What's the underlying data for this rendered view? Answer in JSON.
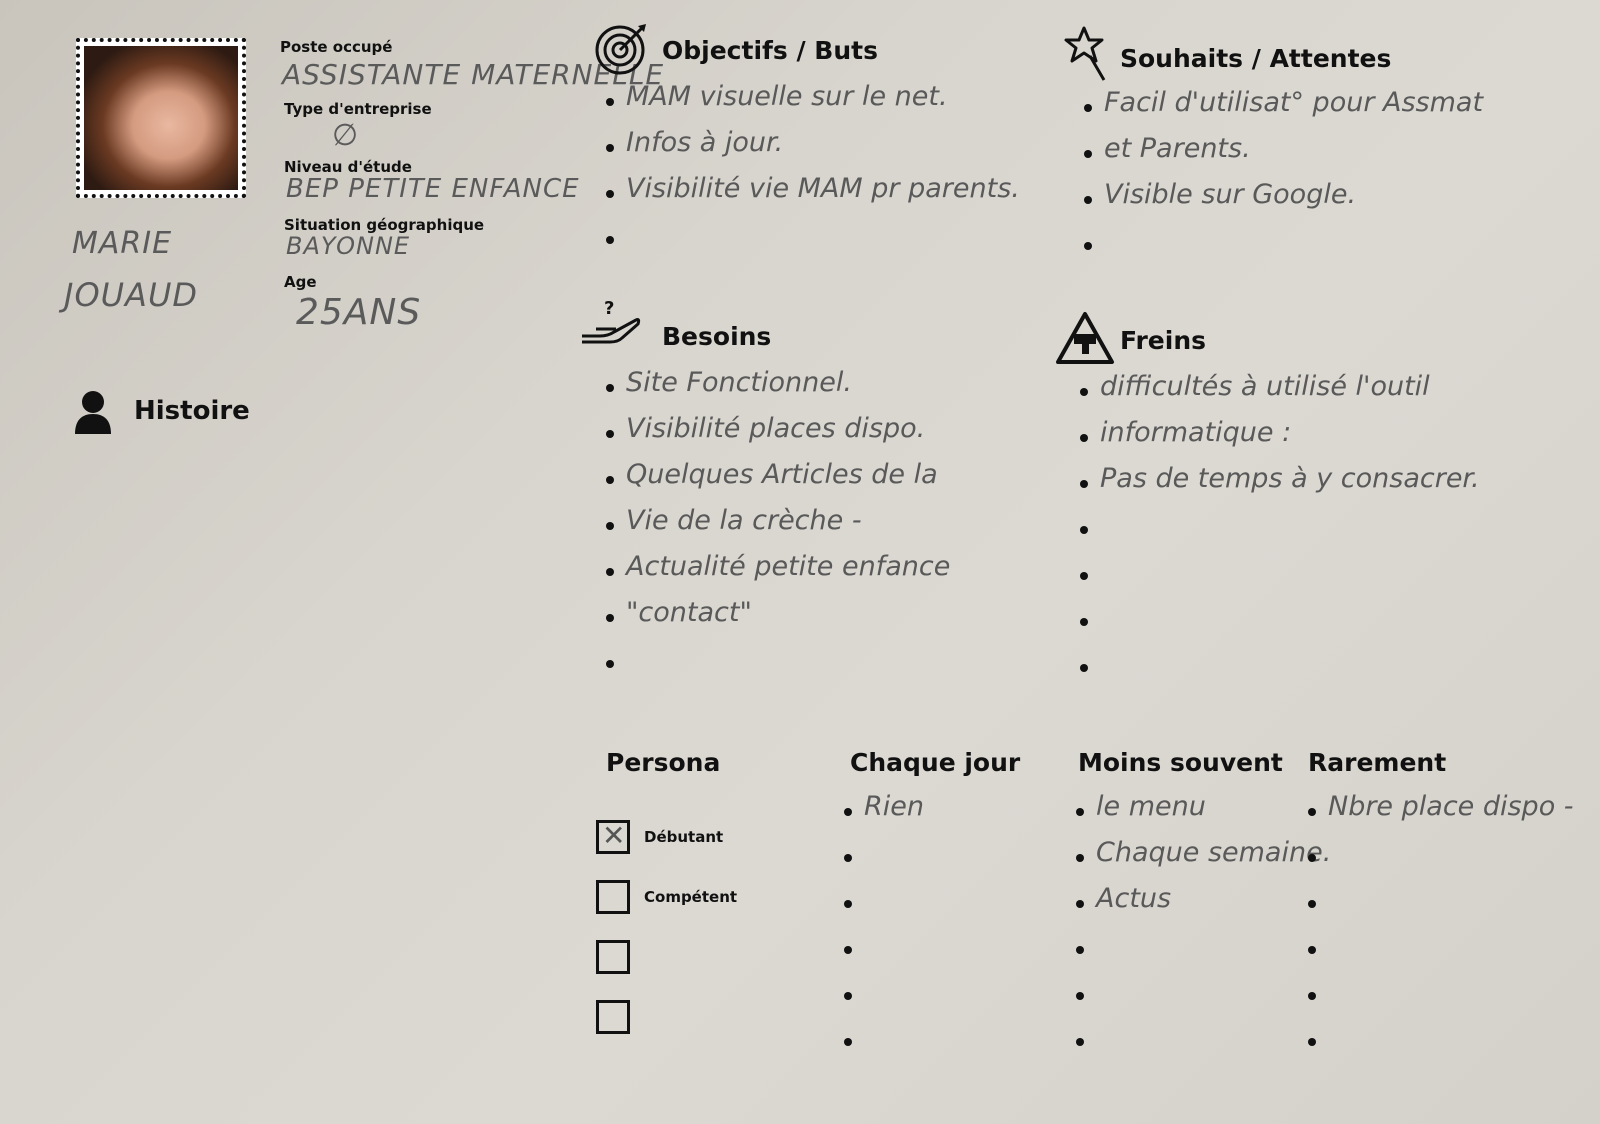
{
  "profile": {
    "first_name": "MARIE",
    "last_name": "JOUAUD",
    "poste_label": "Poste occupé",
    "poste_value": "ASSISTANTE MATERNELLE",
    "type_label": "Type d'entreprise",
    "type_value": "∅",
    "niveau_label": "Niveau d'étude",
    "niveau_value": "BEP PETITE ENFANCE",
    "situation_label": "Situation géographique",
    "situation_value": "BAYONNE",
    "age_label": "Age",
    "age_value": "25ANS",
    "histoire_label": "Histoire"
  },
  "objectifs": {
    "title": "Objectifs / Buts",
    "items": [
      "MAM visuelle sur le net.",
      "Infos à jour.",
      "Visibilité vie MAM pr parents.",
      ""
    ]
  },
  "souhaits": {
    "title": "Souhaits / Attentes",
    "items": [
      "Facil d'utilisat° pour Assmat",
      "et Parents.",
      "Visible sur Google.",
      ""
    ]
  },
  "besoins": {
    "title": "Besoins",
    "items": [
      "Site Fonctionnel.",
      "Visibilité places dispo.",
      "Quelques Articles de la",
      "Vie de la crèche -",
      "Actualité petite enfance",
      "\"contact\"",
      ""
    ]
  },
  "freins": {
    "title": "Freins",
    "items": [
      "difficultés à utilisé l'outil",
      "informatique :",
      "Pas de temps à y consacrer.",
      "",
      "",
      "",
      ""
    ]
  },
  "persona": {
    "title": "Persona",
    "options": [
      {
        "label": "Débutant",
        "checked": true
      },
      {
        "label": "Compétent",
        "checked": false
      },
      {
        "label": "",
        "checked": false
      },
      {
        "label": "",
        "checked": false
      }
    ]
  },
  "chaque_jour": {
    "title": "Chaque jour",
    "items": [
      "Rien",
      "",
      "",
      "",
      "",
      ""
    ]
  },
  "moins_souvent": {
    "title": "Moins souvent",
    "items": [
      "le menu",
      "Chaque semaine.",
      "Actus",
      "",
      "",
      ""
    ]
  },
  "rarement": {
    "title": "Rarement",
    "items": [
      "Nbre place dispo -",
      "",
      "",
      "",
      "",
      ""
    ]
  }
}
